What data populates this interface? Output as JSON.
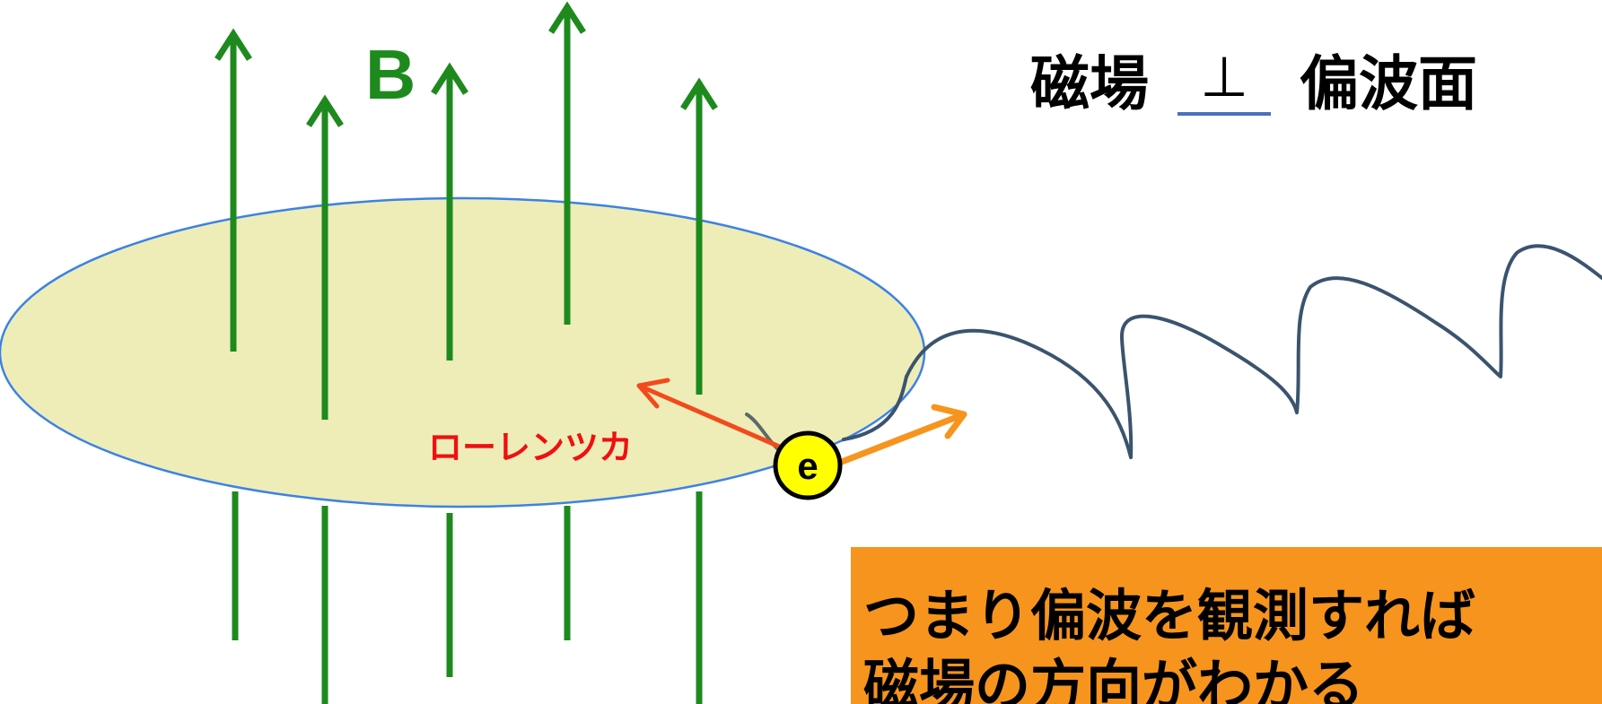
{
  "field_label": "B",
  "lorentz_label": "ローレンツカ",
  "electron_label": "e",
  "title": {
    "left": "磁場",
    "symbol": "⊥",
    "right": "偏波面"
  },
  "note": {
    "line1": "つまり偏波を観測すれば",
    "line2": "磁場の方向がわかる"
  },
  "colors": {
    "field_lines": "#1e8a1e",
    "field_label": "#1e8a1e",
    "disk_fill": "#eeedb8",
    "disk_edge": "#3c82e6",
    "lorentz_arrow": "#f24a1c",
    "lorentz_text": "#ef1010",
    "velocity_arrow": "#f7941d",
    "wave": "#3a546e",
    "electron_fill": "#ffff00",
    "note_box": "#f7941d"
  }
}
